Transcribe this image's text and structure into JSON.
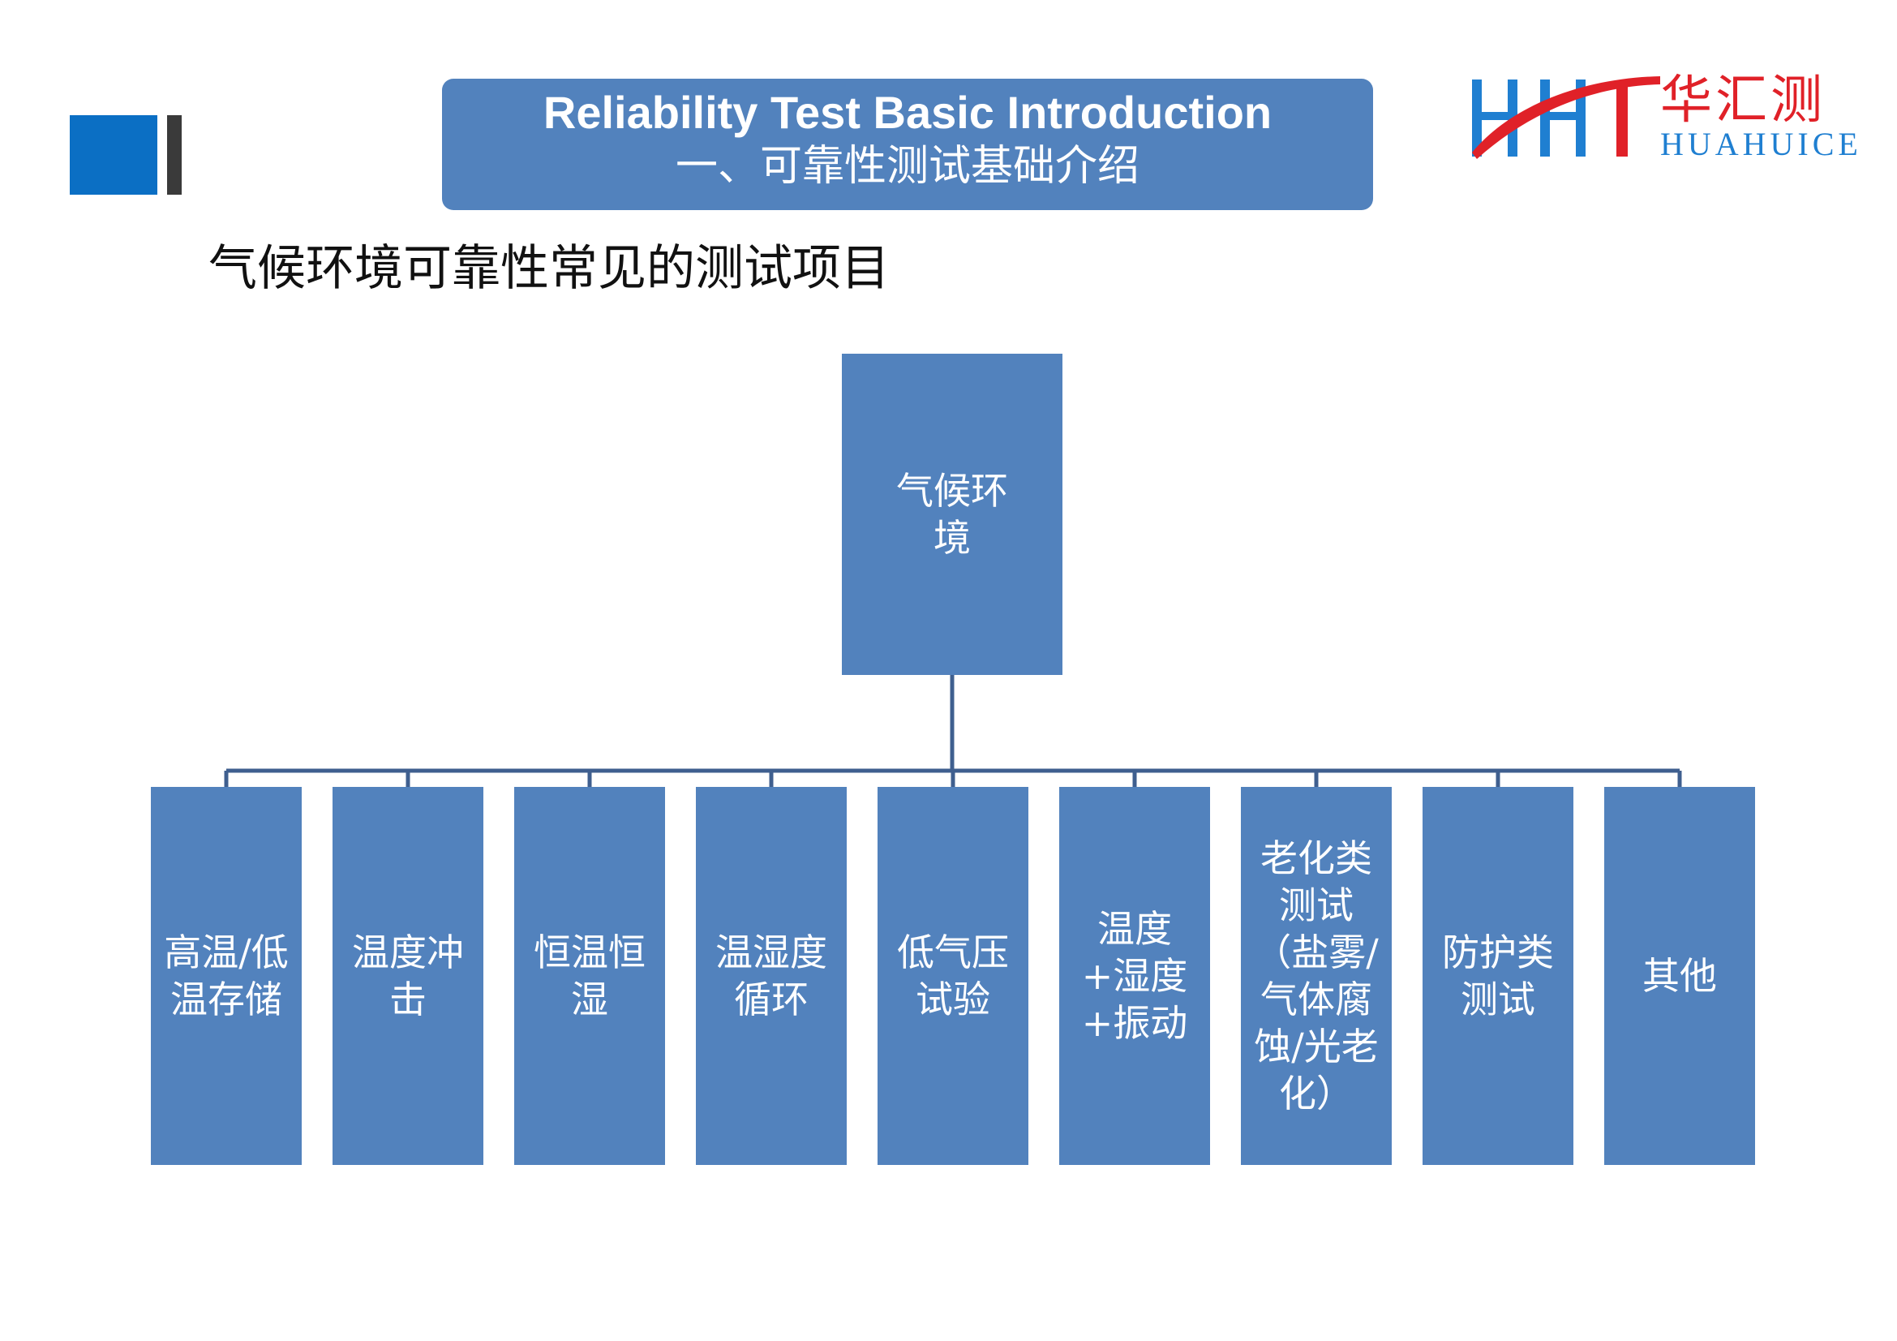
{
  "header": {
    "title_en": "Reliability Test Basic Introduction",
    "title_zh": "一、可靠性测试基础介绍"
  },
  "logo": {
    "name_zh": "华汇测",
    "name_en": "HUAHUICE"
  },
  "subtitle": "气候环境可靠性常见的测试项目",
  "diagram": {
    "root": "气候环境",
    "children": [
      "高温/低温存储",
      "温度冲击",
      "恒温恒湿",
      "温湿度循环",
      "低气压试验",
      "温度+湿度+振动",
      "老化类测试（盐雾/气体腐蚀/光老化）",
      "防护类测试",
      "其他"
    ]
  },
  "colors": {
    "node_fill": "#5282bd",
    "connector": "#3f5f8f",
    "logo_red": "#e02128",
    "logo_blue": "#1f7fd1",
    "corner_blue": "#0b6fc4"
  }
}
